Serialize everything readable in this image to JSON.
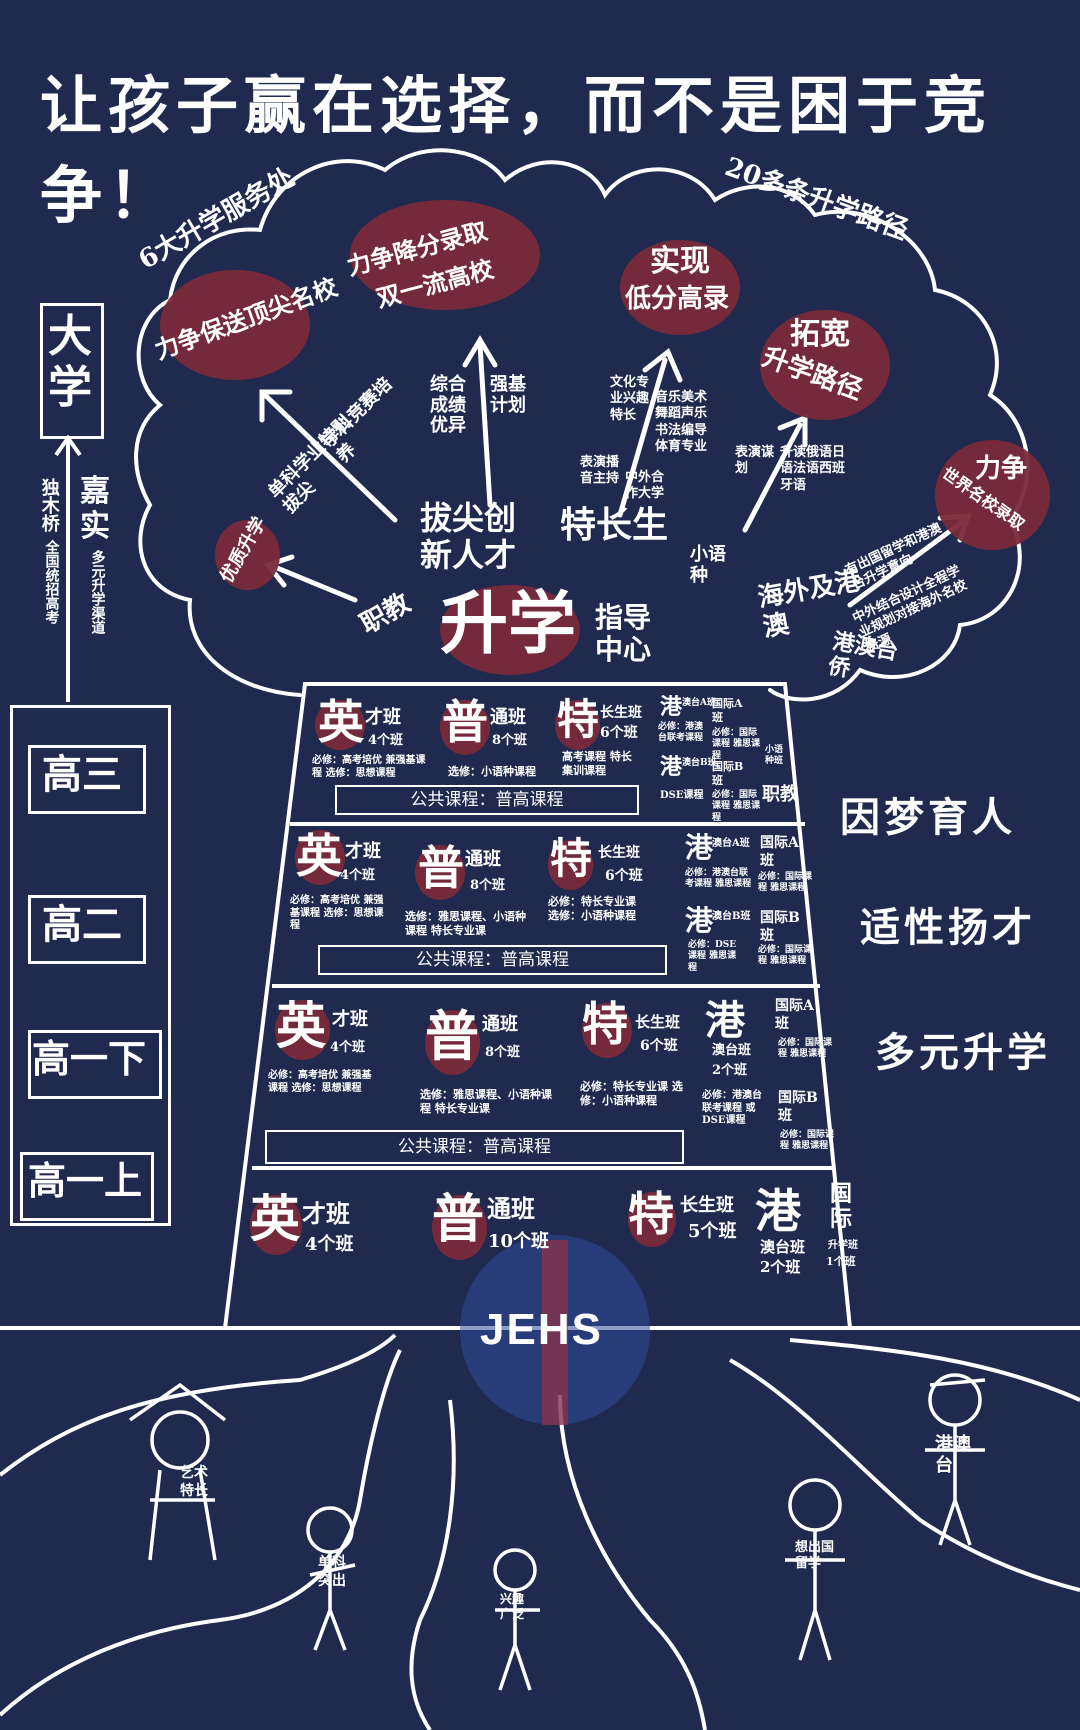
{
  "title": "让孩子赢在选择，而不是困于竞争！",
  "cloud": {
    "left_label": "6大升学服务处",
    "right_label": "20多条升学路径",
    "goals": {
      "g1": "力争保送顶尖名校",
      "g2a": "力争降分录取",
      "g2b": "双一流高校",
      "g3a": "实现",
      "g3b": "低分高录",
      "g4a": "拓宽",
      "g4b": "升学路径",
      "g5a": "力争",
      "g5b": "世界名校录取",
      "g6": "优质升学"
    },
    "notes": {
      "n1": "单科学业特别拔尖",
      "n2": "学科竞赛培养",
      "n3": "综合成绩优异",
      "n4": "强基计划",
      "n5": "文化专业兴趣特长",
      "n6": "音乐美术舞蹈声乐书法编导体育专业",
      "n7": "表演播音主持",
      "n8": "中外合作大学",
      "n9": "表演谋划",
      "n10": "升读俄语日语法语西班牙语",
      "n11": "有出国留学和港澳台升学意向",
      "n12": "中外结合设计全程学业规划对接海外名校资源",
      "n13": "小语种"
    },
    "centers": {
      "bajian": "拔尖创新人才",
      "techang": "特长生",
      "haiwai": "海外及港澳",
      "gangao": "港澳台侨",
      "zhijiao": "职教",
      "shengxue": "升学",
      "zhidao": "指导中心"
    }
  },
  "left": {
    "daxue": "大学",
    "jiashi": "嘉实",
    "jiashi_sub": "多元升学渠道",
    "dumuqiao": "独木桥",
    "dumuqiao_sub": "全国统招高考",
    "grades": [
      "高三",
      "高二",
      "高一下",
      "高一上"
    ]
  },
  "mottos": [
    "因梦育人",
    "适性扬才",
    "多元升学"
  ],
  "tiers": {
    "t1": {
      "ying": {
        "char": "英",
        "name": "才班",
        "count": "4个班",
        "note": "必修：高考培优 兼强基课程 选修：思想课程"
      },
      "pu": {
        "char": "普",
        "name": "通班",
        "count": "8个班",
        "note": "选修：小语种课程"
      },
      "te": {
        "char": "特",
        "name": "长生班",
        "count": "6个班",
        "note": "高考课程 特长集训课程"
      },
      "gang1": {
        "char": "港",
        "name": "澳台A班",
        "note": "必修：港澳台联考课程"
      },
      "gang2": {
        "char": "港",
        "name": "澳台B班",
        "note": "DSE课程"
      },
      "guoji1": {
        "name": "国际A班",
        "note": "必修：国际课程 雅思课程"
      },
      "guoji2": {
        "name": "国际B班",
        "note": "必修：国际课程 雅思课程"
      },
      "xiaoyu": {
        "name": "小语种班"
      },
      "zhijiao": {
        "name": "职教"
      },
      "public": "公共课程：普高课程"
    },
    "t2": {
      "ying": {
        "char": "英",
        "name": "才班",
        "count": "4个班",
        "note": "必修：高考培优 兼强基课程 选修：思想课程"
      },
      "pu": {
        "char": "普",
        "name": "通班",
        "count": "8个班",
        "note": "选修：雅思课程、小语种课程 特长专业课"
      },
      "te": {
        "char": "特",
        "name": "长生班",
        "count": "6个班",
        "note": "必修：特长专业课 选修：小语种课程"
      },
      "gang1": {
        "char": "港",
        "name": "澳台A班",
        "note": "必修：港澳台联考课程 雅思课程"
      },
      "gang2": {
        "char": "港",
        "name": "澳台B班",
        "note": "必修：DSE课程 雅思课程"
      },
      "guoji1": {
        "name": "国际A班",
        "note": "必修：国际课程 雅思课程"
      },
      "guoji2": {
        "name": "国际B班",
        "note": "必修：国际课程 雅思课程"
      },
      "public": "公共课程：普高课程"
    },
    "t3": {
      "ying": {
        "char": "英",
        "name": "才班",
        "count": "4个班",
        "note": "必修：高考培优 兼强基课程 选修：思想课程"
      },
      "pu": {
        "char": "普",
        "name": "通班",
        "count": "8个班",
        "note": "选修：雅思课程、小语种课程 特长专业课"
      },
      "te": {
        "char": "特",
        "name": "长生班",
        "count": "6个班",
        "note": "必修：特长专业课 选修：小语种课程"
      },
      "gang": {
        "char": "港",
        "name": "澳台班",
        "count": "2个班",
        "note": "必修：港澳台联考课程 或DSE课程"
      },
      "guoji1": {
        "name": "国际A班",
        "note": "必修：国际课程 雅思课程"
      },
      "guoji2": {
        "name": "国际B班",
        "note": "必修：国际课程 雅思课程"
      },
      "public": "公共课程：普高课程"
    },
    "t4": {
      "ying": {
        "char": "英",
        "name": "才班",
        "count": "4个班"
      },
      "pu": {
        "char": "普",
        "name": "通班",
        "count": "10个班"
      },
      "te": {
        "char": "特",
        "name": "长生班",
        "count": "5个班"
      },
      "gang": {
        "char": "港",
        "name": "澳台班",
        "count": "2个班"
      },
      "guoji": {
        "name": "国际",
        "sub": "升学班",
        "count": "1个班"
      }
    }
  },
  "logo": "JEHS",
  "figures": [
    "艺术特长",
    "单科突出",
    "兴趣广泛",
    "想出国留学",
    "港澳台"
  ],
  "colors": {
    "background": "#1f2a4e",
    "accent": "#7a2a3a",
    "logo_blue": "#2e4a9a",
    "logo_red": "#a8303c"
  }
}
